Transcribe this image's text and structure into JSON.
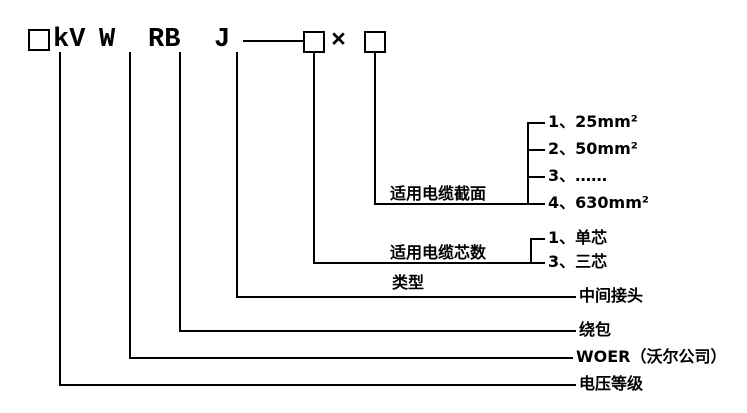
{
  "code": {
    "kv": "kV",
    "w": "W",
    "rb": "RB",
    "j": "J",
    "times": "×"
  },
  "groups": {
    "voltage": {
      "label": "电压等级"
    },
    "manufacturer": {
      "label": "WOER（沃尔公司）"
    },
    "wrap": {
      "label": "绕包"
    },
    "joint": {
      "category": "类型",
      "label": "中间接头"
    },
    "cores": {
      "category": "适用电缆芯数",
      "options": [
        "1、单芯",
        "3、三芯"
      ]
    },
    "section": {
      "category": "适用电缆截面",
      "options": [
        "1、25mm²",
        "2、50mm²",
        "3、……",
        "4、630mm²"
      ]
    }
  }
}
